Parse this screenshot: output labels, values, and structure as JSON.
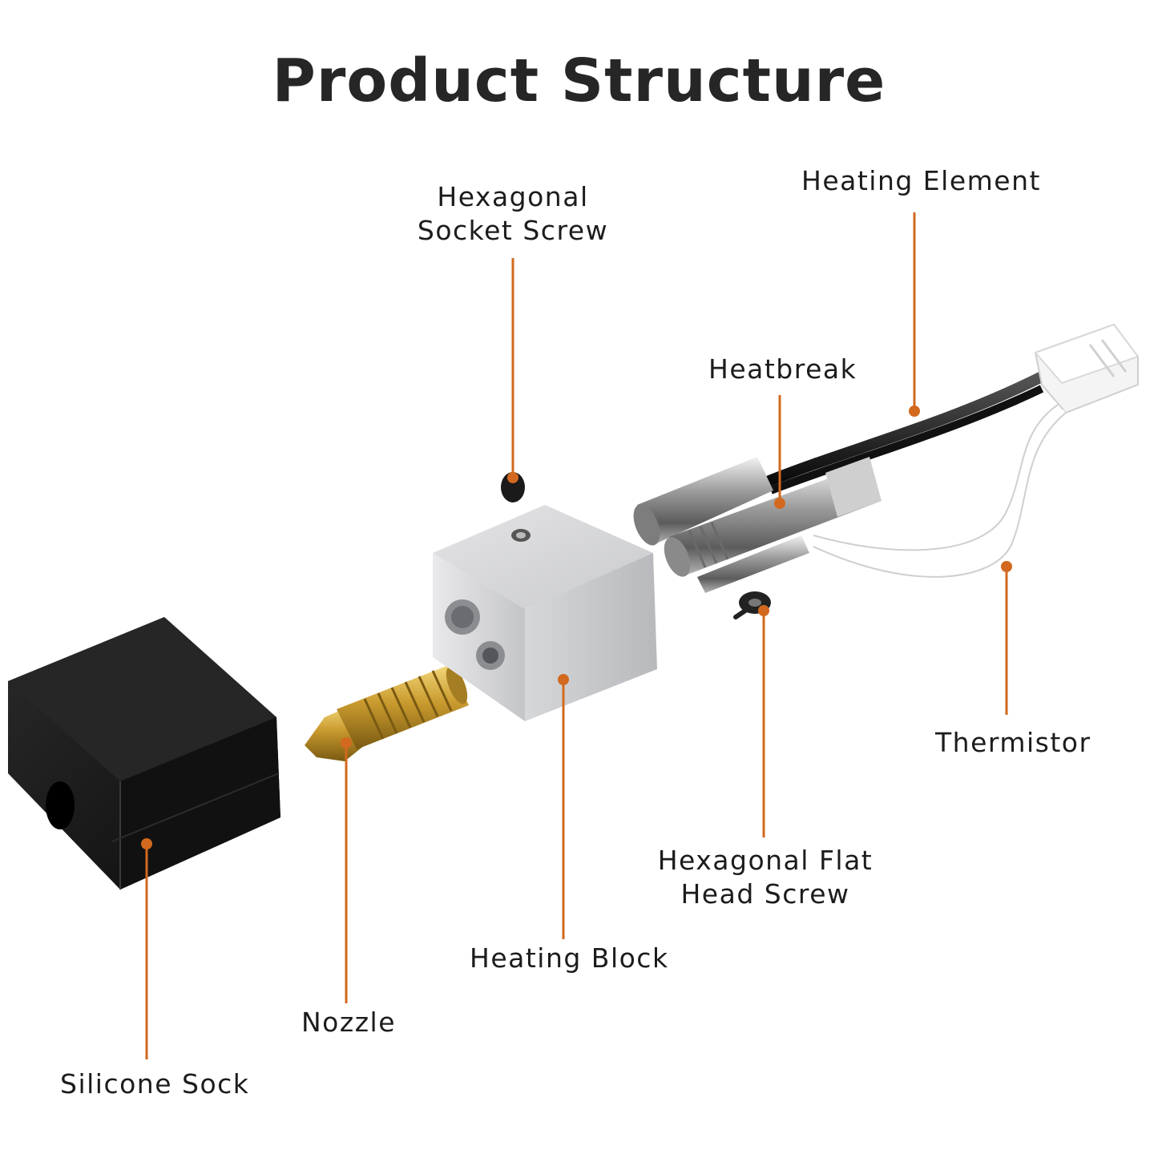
{
  "title": "Product Structure",
  "colors": {
    "leader": "#d2691e",
    "title": "#262626",
    "label": "#1c1c1c"
  },
  "labels": {
    "hex_socket_screw": [
      "Hexagonal",
      "Socket Screw"
    ],
    "heating_element": "Heating Element",
    "heatbreak": "Heatbreak",
    "thermistor": "Thermistor",
    "hex_flat_head_screw": [
      "Hexagonal Flat",
      "Head Screw"
    ],
    "heating_block": "Heating Block",
    "nozzle": "Nozzle",
    "silicone_sock": "Silicone Sock"
  }
}
